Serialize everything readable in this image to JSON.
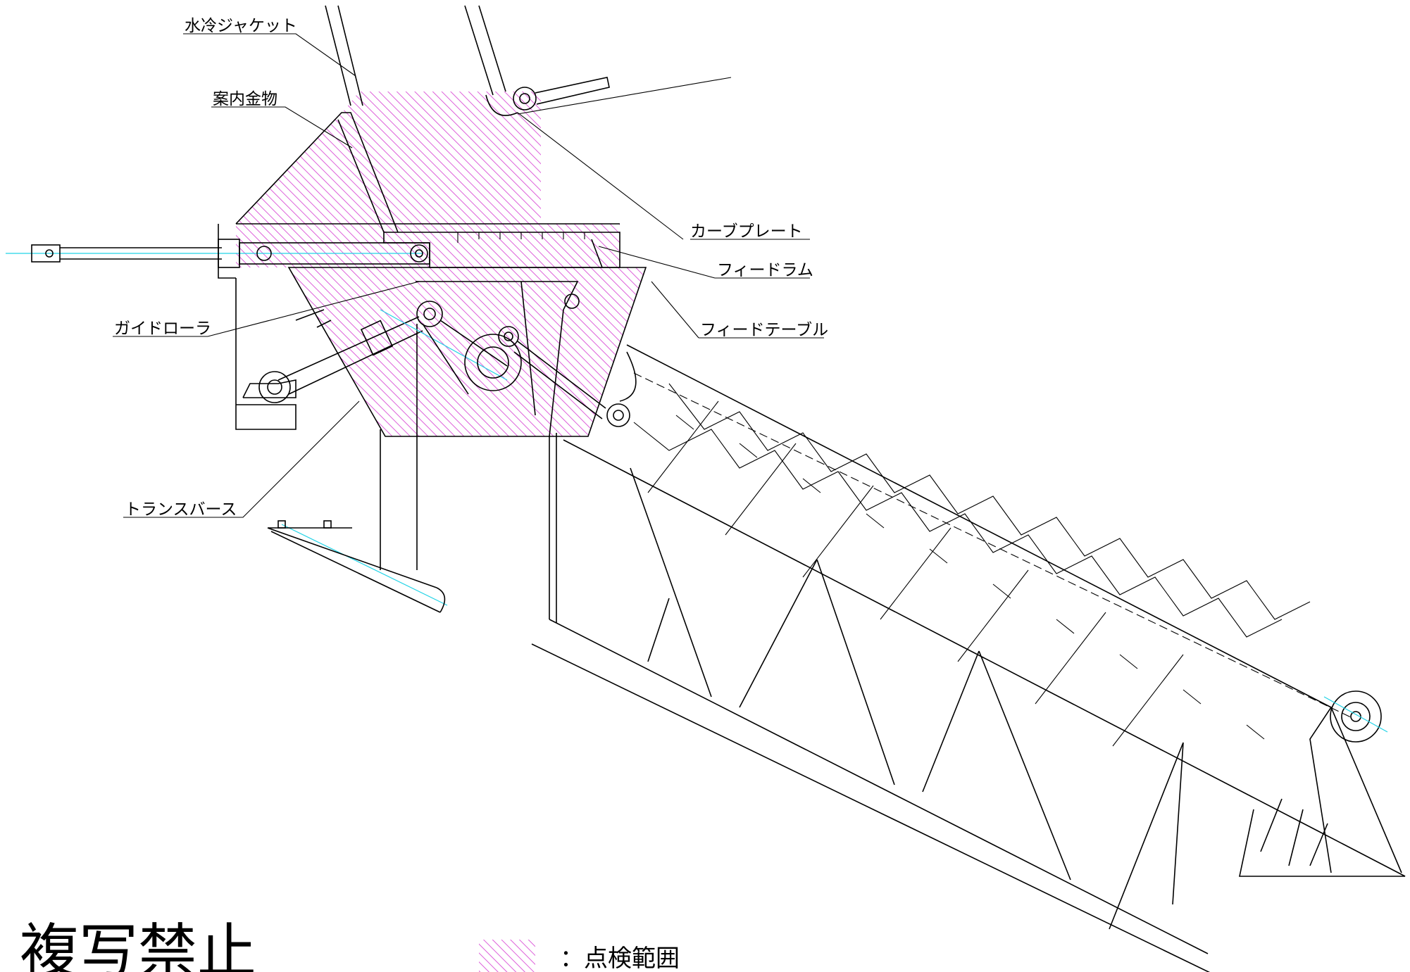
{
  "labels": {
    "water_jacket": "水冷ジャケット",
    "guide_metal": "案内金物",
    "curve_plate": "カーブプレート",
    "feed_drum": "フィードラム",
    "guide_roller": "ガイドローラ",
    "feed_table": "フィードテーブル",
    "transverse": "トランスバース"
  },
  "footer": {
    "copy_prohibited": "複写禁止",
    "legend_text": "：点検範囲"
  },
  "colors": {
    "hatch": "#d94fd6",
    "line": "#000000",
    "centerline": "#22d3e6"
  }
}
